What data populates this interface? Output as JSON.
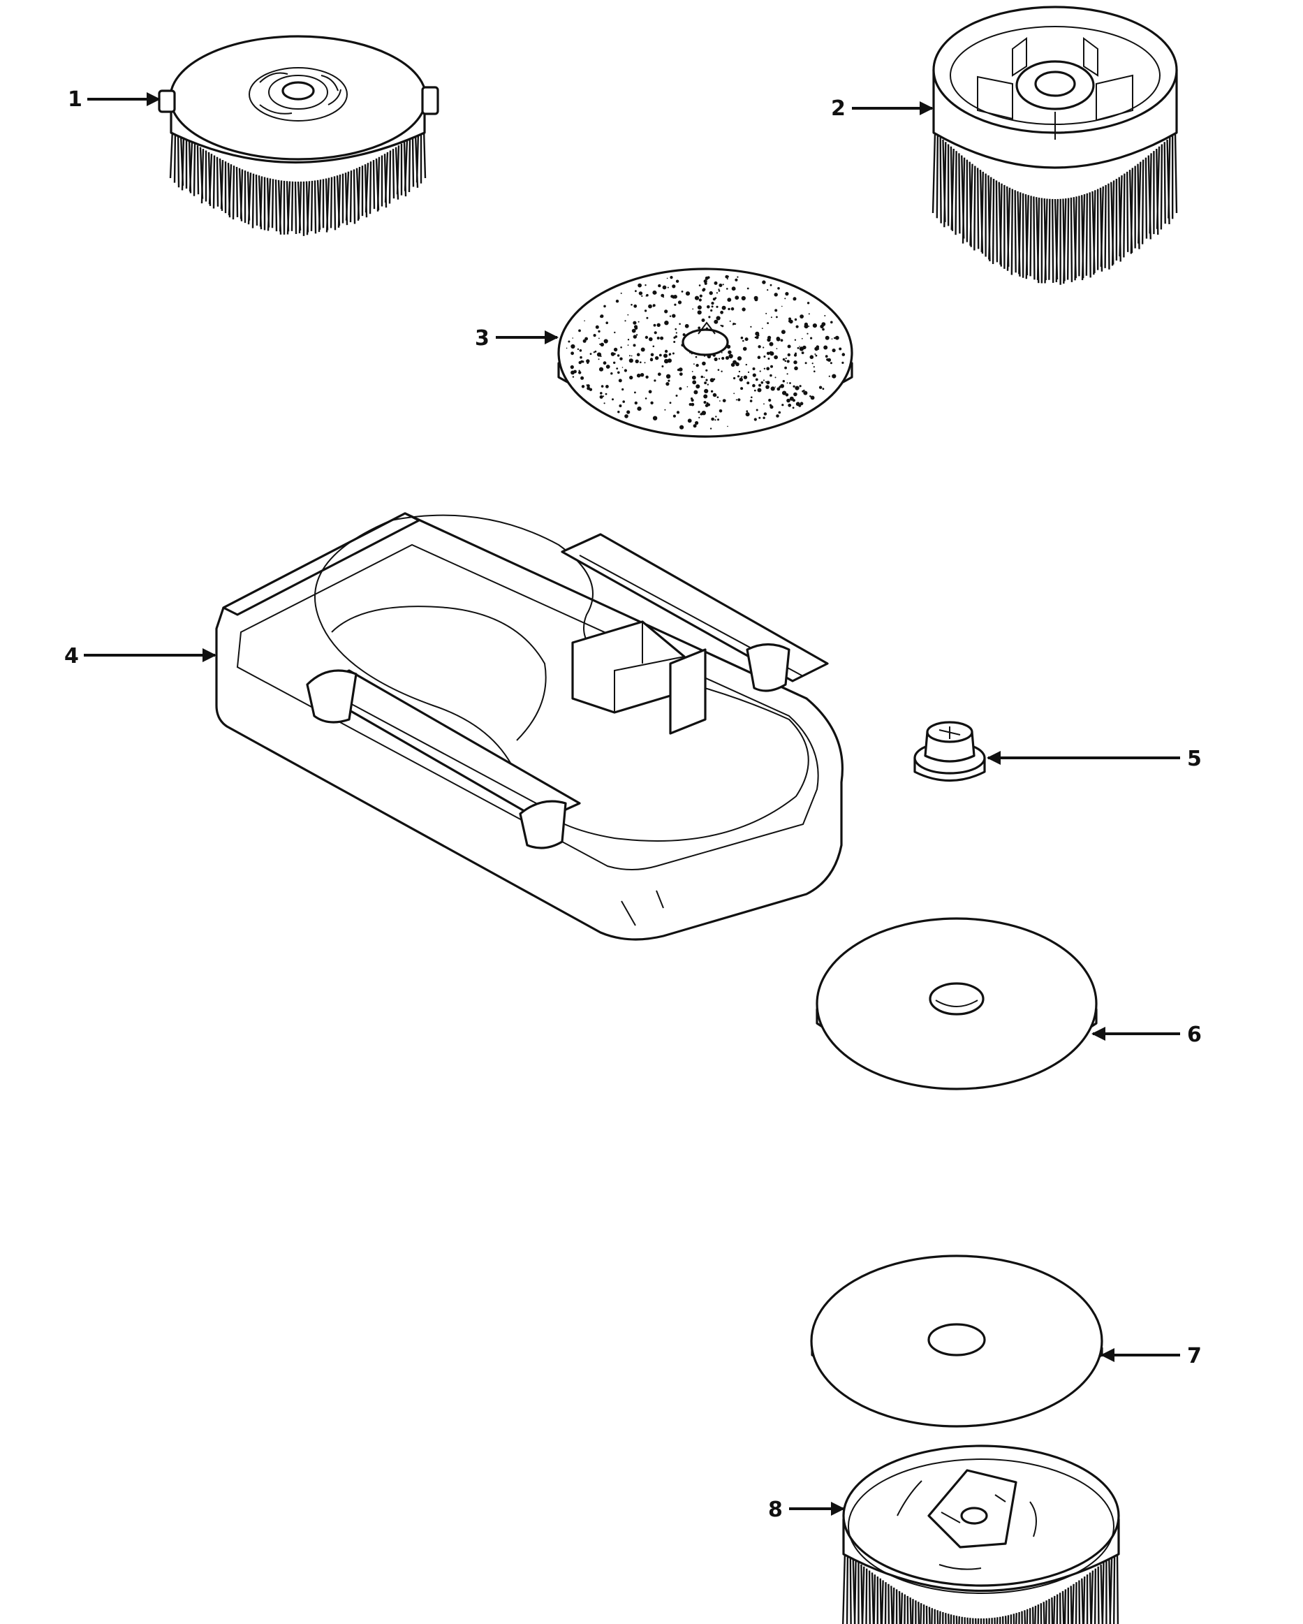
{
  "diagram": {
    "parts": [
      {
        "id": "1",
        "label": "1"
      },
      {
        "id": "2",
        "label": "2"
      },
      {
        "id": "3",
        "label": "3"
      },
      {
        "id": "4",
        "label": "4"
      },
      {
        "id": "5",
        "label": "5"
      },
      {
        "id": "6",
        "label": "6"
      },
      {
        "id": "7",
        "label": "7"
      },
      {
        "id": "8",
        "label": "8"
      }
    ]
  },
  "colors": {
    "ink": "#111111",
    "paper": "#ffffff"
  }
}
